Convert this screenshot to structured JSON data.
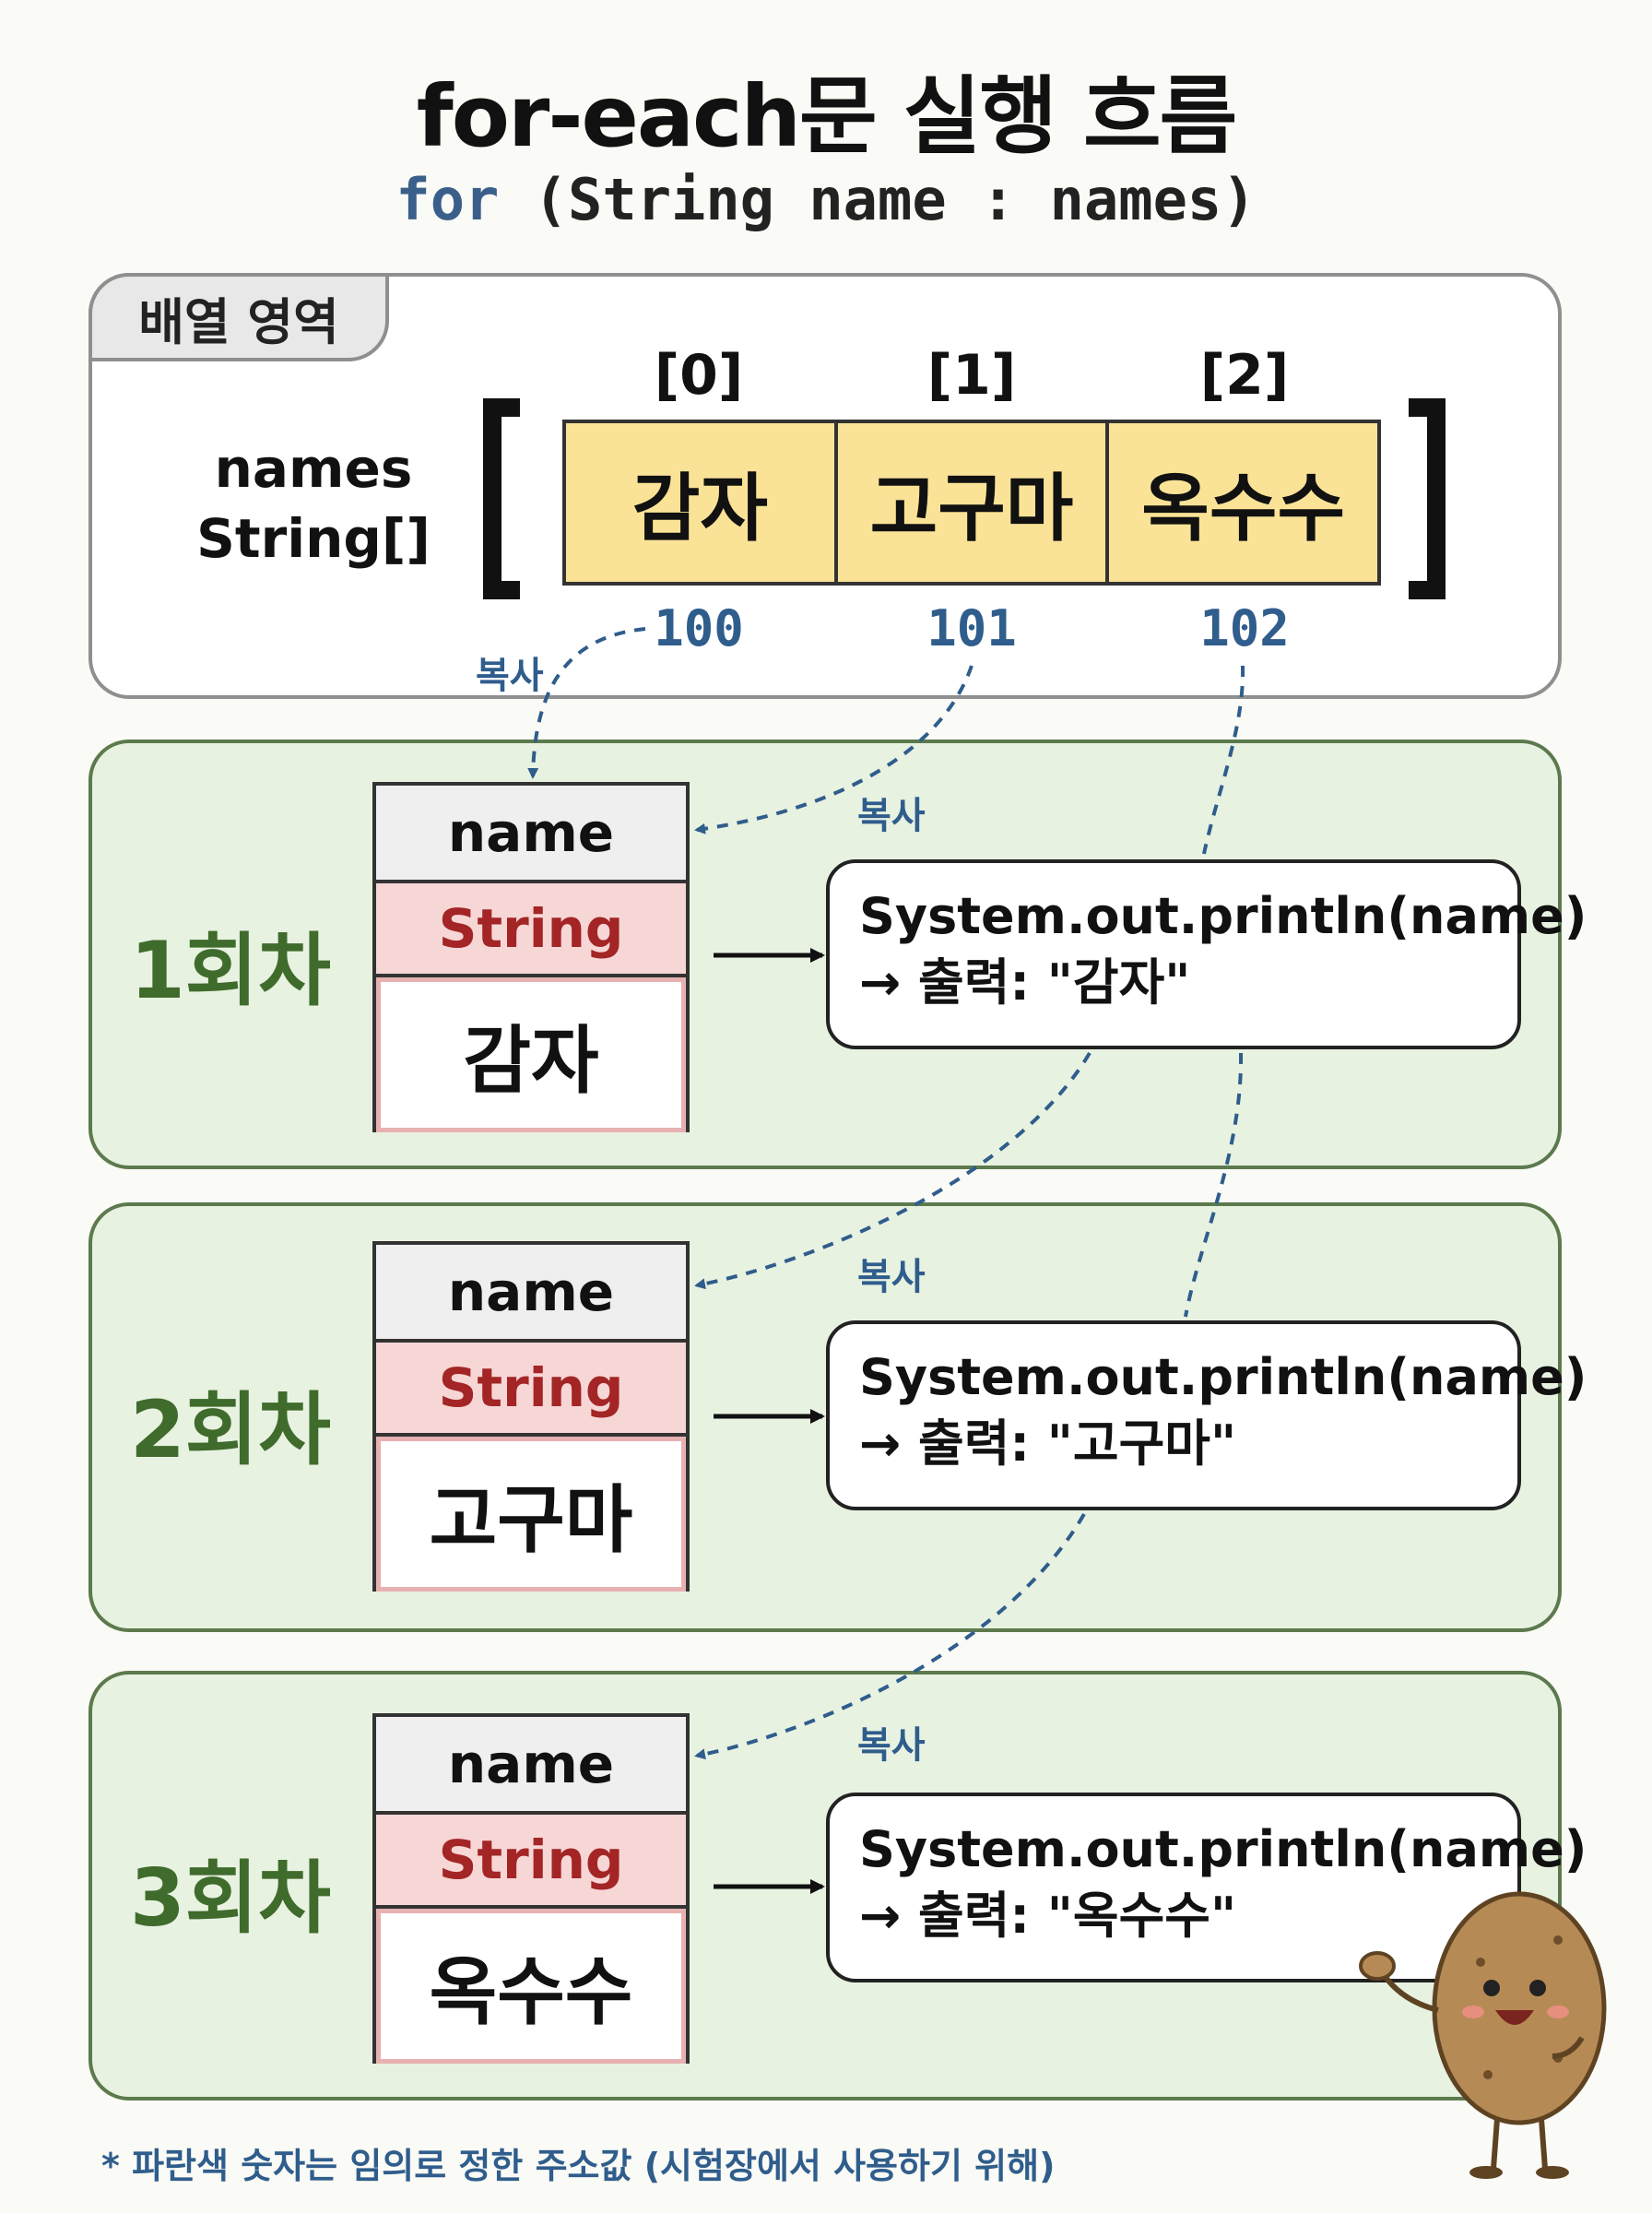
{
  "title": "for-each문 실행 흐름",
  "code": {
    "keyword": "for",
    "rest": " (String name : names)"
  },
  "array_area": {
    "tab": "배열 영역",
    "var_name": "names",
    "var_type": "String[]",
    "indices": [
      "[0]",
      "[1]",
      "[2]"
    ],
    "values": [
      "감자",
      "고구마",
      "옥수수"
    ],
    "addresses": [
      "100",
      "101",
      "102"
    ]
  },
  "copy_label": "복사",
  "rounds": [
    {
      "label": "1회차",
      "var_name": "name",
      "var_type": "String",
      "value": "감자",
      "code": "System.out.println(name)",
      "output": "→ 출력: \"감자\""
    },
    {
      "label": "2회차",
      "var_name": "name",
      "var_type": "String",
      "value": "고구마",
      "code": "System.out.println(name)",
      "output": "→ 출력: \"고구마\""
    },
    {
      "label": "3회차",
      "var_name": "name",
      "var_type": "String",
      "value": "옥수수",
      "code": "System.out.println(name)",
      "output": "→ 출력: \"옥수수\""
    }
  ],
  "footnote": "* 파란색 숫자는 임의로 정한 주소값 (시험장에서 사용하기 위해)",
  "colors": {
    "accent_blue": "#2f5d8c",
    "round_green": "#3f6b2c",
    "cell_yellow": "#fae396",
    "type_red": "#a32525"
  },
  "mascot": "potato-mascot-icon"
}
